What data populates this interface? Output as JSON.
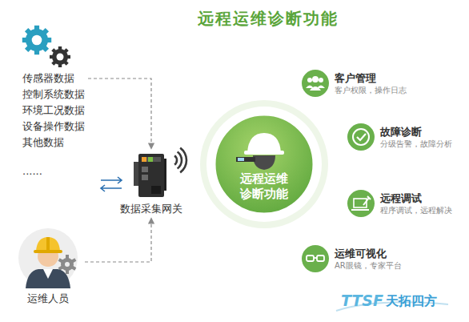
{
  "diagram": {
    "title": "远程运维诊断功能",
    "nodes": [
      {
        "text": [
          "传感器数据",
          "控制系统数据",
          "环境工况数据",
          "设备操作数据",
          "其他数据",
          "......"
        ]
      },
      {
        "text": [
          "数据采集网关"
        ]
      },
      {
        "text": [
          "运维人员"
        ]
      },
      {
        "text": [
          "远程运维 诊断功能"
        ]
      },
      {
        "text": [
          "客户管理",
          "客户权限，操作日志"
        ]
      },
      {
        "text": [
          "故障诊断",
          "分级告警，故障分析"
        ]
      },
      {
        "text": [
          "远程调试",
          "程序调试，远程解决"
        ]
      },
      {
        "text": [
          "运维可视化",
          "AR眼镜，专家平台"
        ]
      }
    ],
    "edges": [
      {
        "from": 0,
        "to": 1,
        "arrow": "to"
      },
      {
        "from": 2,
        "to": 1,
        "arrow": "to"
      }
    ],
    "labels": [
      "TTSF",
      "天拓四方"
    ]
  }
}
